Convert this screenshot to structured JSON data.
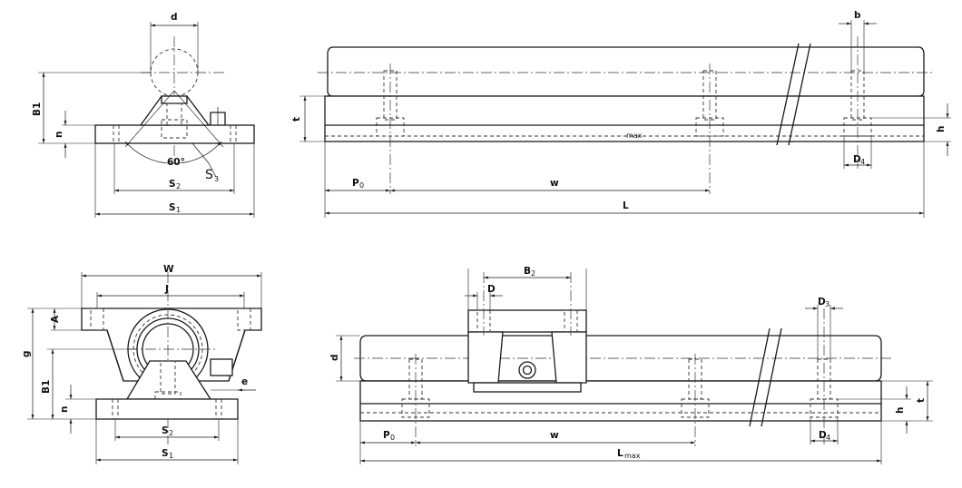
{
  "drawing": {
    "top_left_view": {
      "labels": {
        "d": "d",
        "B1": "B1",
        "n": "n",
        "angle": "60°",
        "S3": "S",
        "S3_sub": "3",
        "S2": "S",
        "S2_sub": "2",
        "S1": "S",
        "S1_sub": "1"
      }
    },
    "top_right_view": {
      "labels": {
        "b": "b",
        "t": "t",
        "h": "h",
        "max": "max",
        "D4": "D",
        "D4_sub": "4",
        "P0": "P",
        "P0_sub": "0",
        "w": "w",
        "L": "L"
      }
    },
    "bottom_left_view": {
      "labels": {
        "W": "W",
        "J": "J",
        "A": "A",
        "g": "g",
        "B1": "B1",
        "n": "n",
        "e": "e",
        "S2": "S",
        "S2_sub": "2",
        "S1": "S",
        "S1_sub": "1"
      }
    },
    "bottom_right_view": {
      "labels": {
        "B2": "B",
        "B2_sub": "2",
        "D": "D",
        "D3": "D",
        "D3_sub": "3",
        "d": "d",
        "t": "t",
        "h": "h",
        "D4": "D",
        "D4_sub": "4",
        "P0": "P",
        "P0_sub": "0",
        "w": "w",
        "Lmax": "L",
        "Lmax_sub": "max"
      }
    }
  }
}
